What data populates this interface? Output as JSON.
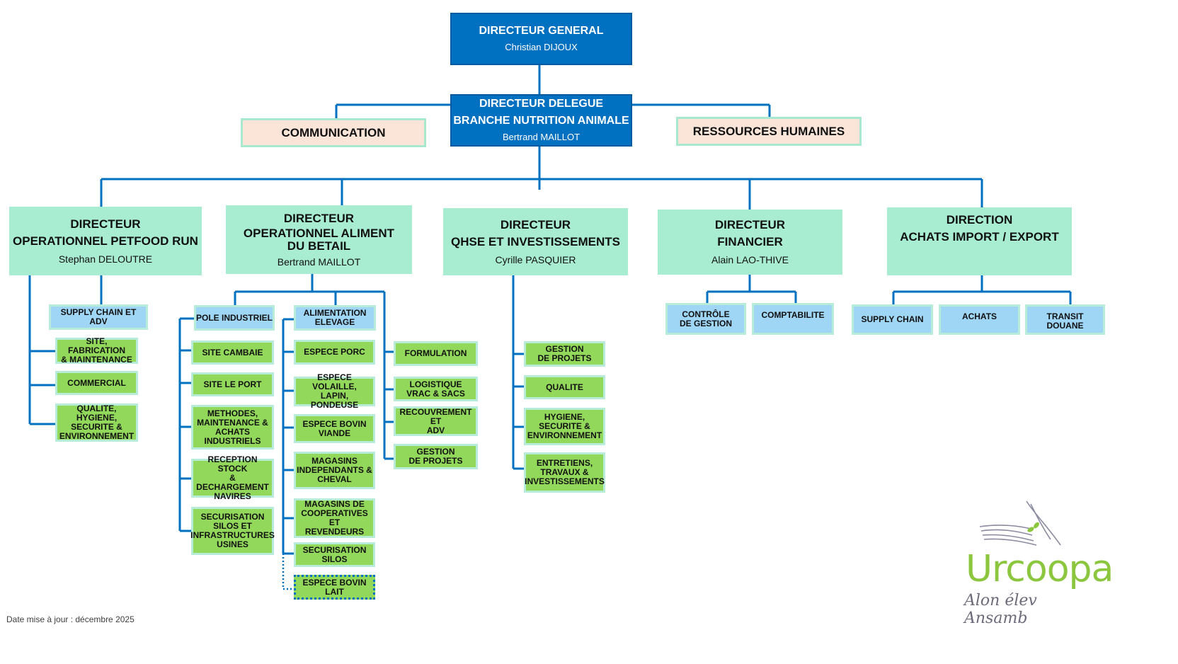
{
  "ceo": {
    "title": "DIRECTEUR GENERAL",
    "name": "Christian DIJOUX"
  },
  "deputy": {
    "title1": "DIRECTEUR DELEGUE",
    "title2": "BRANCHE NUTRITION ANIMALE",
    "name": "Bertrand MAILLOT"
  },
  "staff": {
    "communication": "COMMUNICATION",
    "hr": "RESSOURCES HUMAINES"
  },
  "directors": [
    {
      "title1": "DIRECTEUR",
      "title2": "OPERATIONNEL PETFOOD RUN",
      "name": "Stephan DELOUTRE"
    },
    {
      "title1": "DIRECTEUR",
      "title2": "OPERATIONNEL ALIMENT\nDU BETAIL",
      "name": "Bertrand MAILLOT"
    },
    {
      "title1": "DIRECTEUR",
      "title2": "QHSE ET INVESTISSEMENTS",
      "name": "Cyrille PASQUIER"
    },
    {
      "title1": "DIRECTEUR",
      "title2": "FINANCIER",
      "name": "Alain LAO-THIVE"
    },
    {
      "title1": "DIRECTION",
      "title2": "ACHATS IMPORT / EXPORT",
      "name": ""
    }
  ],
  "petfood": {
    "supply": "SUPPLY CHAIN ET ADV",
    "site": "SITE, FABRICATION\n& MAINTENANCE",
    "commercial": "COMMERCIAL",
    "qualite": "QUALITE, HYGIENE,\nSECURITE &\nENVIRONNEMENT"
  },
  "aliment": {
    "pole": "POLE INDUSTRIEL",
    "cambaie": "SITE CAMBAIE",
    "port": "SITE LE PORT",
    "methodes": "METHODES,\nMAINTENANCE &\nACHATS\nINDUSTRIELS",
    "reception": "RECEPTION STOCK\n& DECHARGEMENT\nNAVIRES",
    "securisation_usines": "SECURISATION\nSILOS ET\nINFRASTRUCTURES\nUSINES",
    "alimentation": "ALIMENTATION\nELEVAGE",
    "porc": "ESPECE PORC",
    "volaille": "ESPECE VOLAILLE,\nLAPIN, PONDEUSE",
    "bovin_viande": "ESPECE BOVIN\nVIANDE",
    "magasins_ind": "MAGASINS\nINDEPENDANTS &\nCHEVAL",
    "magasins_coop": "MAGASINS DE\nCOOPERATIVES ET\nREVENDEURS",
    "securisation_silos": "SECURISATION\nSILOS",
    "bovin_lait": "ESPECE BOVIN\nLAIT",
    "formulation": "FORMULATION",
    "logistique": "LOGISTIQUE\nVRAC & SACS",
    "recouvrement": "RECOUVREMENT ET\nADV",
    "gestion": "GESTION\nDE PROJETS"
  },
  "qhse": {
    "gestion": "GESTION\nDE PROJETS",
    "qualite": "QUALITE",
    "hygiene": "HYGIENE,\nSECURITE &\nENVIRONNEMENT",
    "entretiens": "ENTRETIENS,\nTRAVAUX &\nINVESTISSEMENTS"
  },
  "finance": {
    "controle": "CONTRÔLE\nDE GESTION",
    "compta": "COMPTABILITE"
  },
  "achats": {
    "supply": "SUPPLY CHAIN",
    "achats": "ACHATS",
    "transit": "TRANSIT DOUANE"
  },
  "footnote": "Date mise à jour : décembre 2025",
  "logo": {
    "brand": "Urcoopa",
    "tagline": "Alon élev Ansamb"
  },
  "colors": {
    "line": "#0070c0",
    "blue_box": "#0070c0",
    "mint": "#a8ecd2",
    "green": "#92d85b",
    "light_blue": "#9fd5f5",
    "peach": "#fbe4d8",
    "logo_green": "#8cc63f"
  }
}
